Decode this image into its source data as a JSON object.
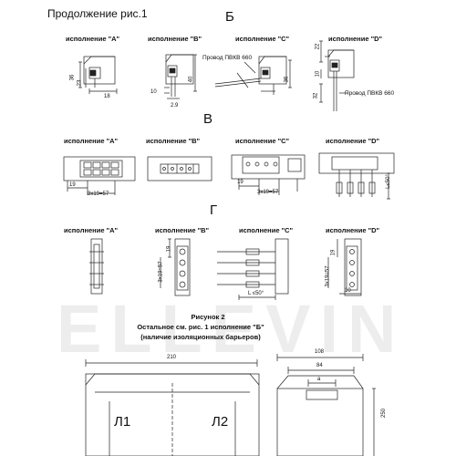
{
  "header": {
    "title": "Продолжение рис.1"
  },
  "sections": [
    {
      "letter": "Б"
    },
    {
      "letter": "В"
    },
    {
      "letter": "Г"
    }
  ],
  "variants": {
    "a": "исполнение \"А\"",
    "b": "исполнение \"В\"",
    "c": "исполнение \"С\"",
    "d": "исполнение \"D\""
  },
  "wire_label": "Провод ПВКВ 660",
  "row_b_dims": {
    "a_h": "36",
    "a_w": "18",
    "a_v": "23",
    "b_h": "10",
    "b_w": "2.9",
    "b_v": "40",
    "c_v": "36",
    "d_top": "22",
    "d_h": "10",
    "d_v": "32"
  },
  "row_v_dims": {
    "a_w": "19",
    "a_pitch": "3x19=57",
    "c_w": "19",
    "c_pitch": "3x19=57",
    "d_len": "L≤50°"
  },
  "row_g_dims": {
    "b_v": "19",
    "b_pitch": "3x19=57",
    "c_len": "L ≤50°",
    "d_v": "19",
    "d_pitch": "3x19=57",
    "d_w": "10"
  },
  "caption": {
    "line1": "Рисунок 2",
    "line2": "Остальное см. рис. 1  исполнение \"Б\"",
    "line3": "(наличие изоляционных барьеров)"
  },
  "bottom": {
    "width_main": "210",
    "width_side_outer": "108",
    "width_side_inner": "84",
    "dim_a": "a",
    "height_side": "250",
    "label_l1": "Л1",
    "label_l2": "Л2"
  },
  "watermark": "ELLEVIN"
}
